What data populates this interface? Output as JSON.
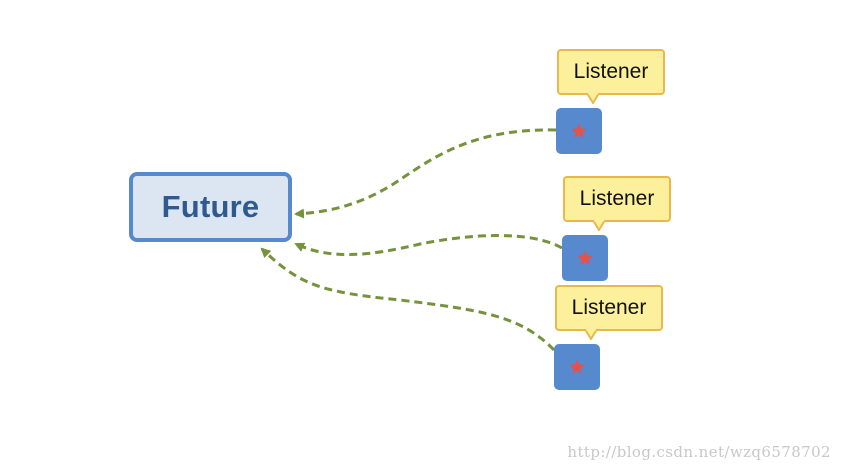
{
  "diagram": {
    "future": {
      "label": "Future"
    },
    "listeners": [
      {
        "label": "Listener",
        "icon": "star-icon"
      },
      {
        "label": "Listener",
        "icon": "star-icon"
      },
      {
        "label": "Listener",
        "icon": "star-icon"
      }
    ],
    "colors": {
      "future_fill": "#dce6f3",
      "future_border": "#5689cd",
      "future_text": "#2e5a8e",
      "node_fill": "#5689cd",
      "star": "#e8504a",
      "callout_fill": "#fdf09c",
      "callout_border": "#e8b84c",
      "arrow": "#76923c"
    }
  },
  "watermark": {
    "text": "http://blog.csdn.net/wzq6578702"
  }
}
